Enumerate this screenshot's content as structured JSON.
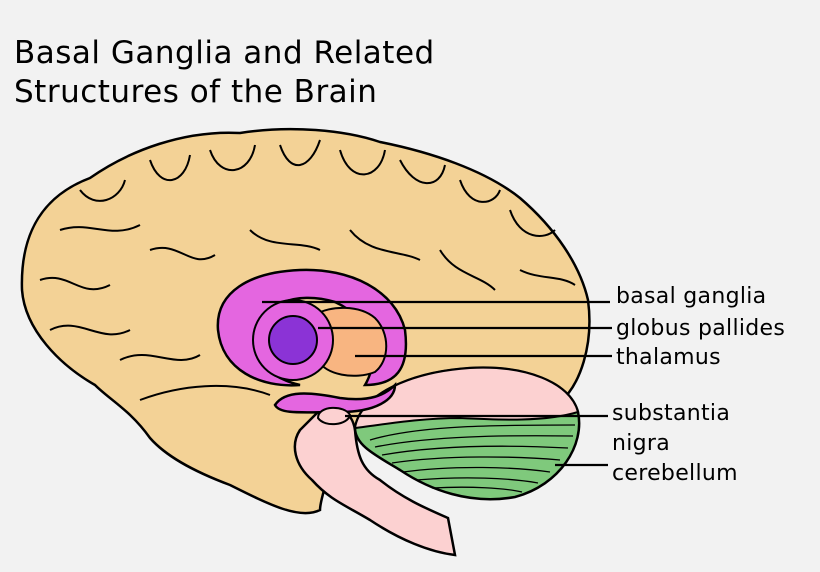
{
  "title": "Basal Ganglia and Related\nStructures of the Brain",
  "labels": {
    "basal_ganglia": "basal ganglia",
    "globus_pallides": "globus pallides",
    "thalamus": "thalamus",
    "substantia_line1": "substantia",
    "substantia_line2": "nigra",
    "cerebellum": "cerebellum"
  },
  "colors": {
    "background": "#f2f2f2",
    "brain": "#f3d296",
    "basal_ganglia": "#e466e0",
    "globus_pallides": "#8b33d6",
    "thalamus": "#f8b581",
    "brainstem": "#fcd1d1",
    "cerebellum": "#7fc97c"
  }
}
